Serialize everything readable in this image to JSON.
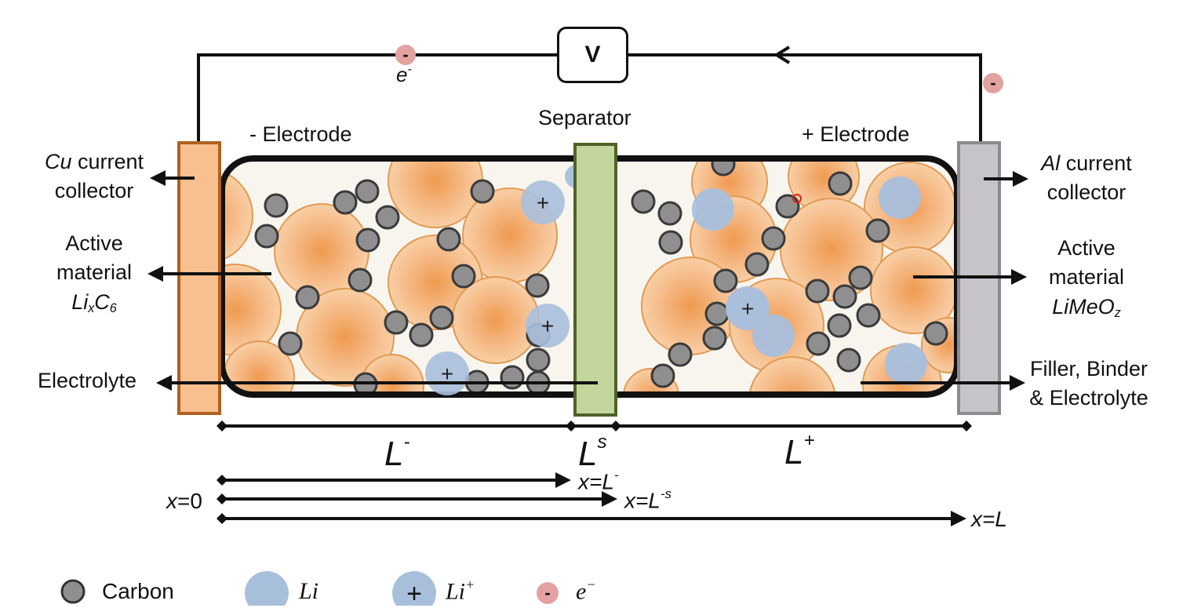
{
  "diagram": {
    "voltmeter": "V",
    "electron_label": "e",
    "electron_sup": "-",
    "neg_electrode": "- Electrode",
    "separator": "Separator",
    "pos_electrode": "+ Electrode",
    "left": {
      "cu_em": "Cu",
      "cu_rest": " current",
      "collector": "collector",
      "active1": "Active",
      "active2": "material",
      "li": "Li",
      "li_sub": "x",
      "c": "C",
      "c_sub": "6",
      "electrolyte": "Electrolyte"
    },
    "right": {
      "al_em": "Al",
      "al_rest": " current",
      "collector": "collector",
      "active1": "Active",
      "active2": "material",
      "limeo": "LiMeO",
      "limeo_sub": "z",
      "filler1": "Filler, Binder",
      "filler2": "& Electrolyte"
    },
    "lengths": {
      "l_minus": "L",
      "l_minus_sup": "-",
      "l_s": "L",
      "l_s_sup": "s",
      "l_plus": "L",
      "l_plus_sup": "+"
    },
    "positions": {
      "x0_a": "x",
      "x0_b": "=0",
      "xl_minus_a": "x=L",
      "xl_minus_sup": "-",
      "xl_s_a": "x=L",
      "xl_s_sup": "-s",
      "xl_a": "x=L"
    },
    "plus_sign": "+",
    "minus_sign": "-"
  },
  "legend": {
    "carbon": "Carbon",
    "li": "Li",
    "li_ion": "Li",
    "li_ion_sup": "+",
    "electron": "e",
    "electron_sup": "−"
  },
  "colors": {
    "cu_collector": "#f9c08f",
    "cu_border": "#b1601f",
    "separator": "#c3d69b",
    "separator_border": "#4f6228",
    "al_collector": "#c6c4c8",
    "al_border": "#8c8a8e",
    "particle": "#f4b983",
    "particle_core": "#ef9a4e",
    "particle_border": "#e39a52",
    "carbon": "#8f8f8f",
    "lithium": "#a8bfdc",
    "electron": "#e3a1a0",
    "electrolyte_bg": "#f7f5ee"
  }
}
